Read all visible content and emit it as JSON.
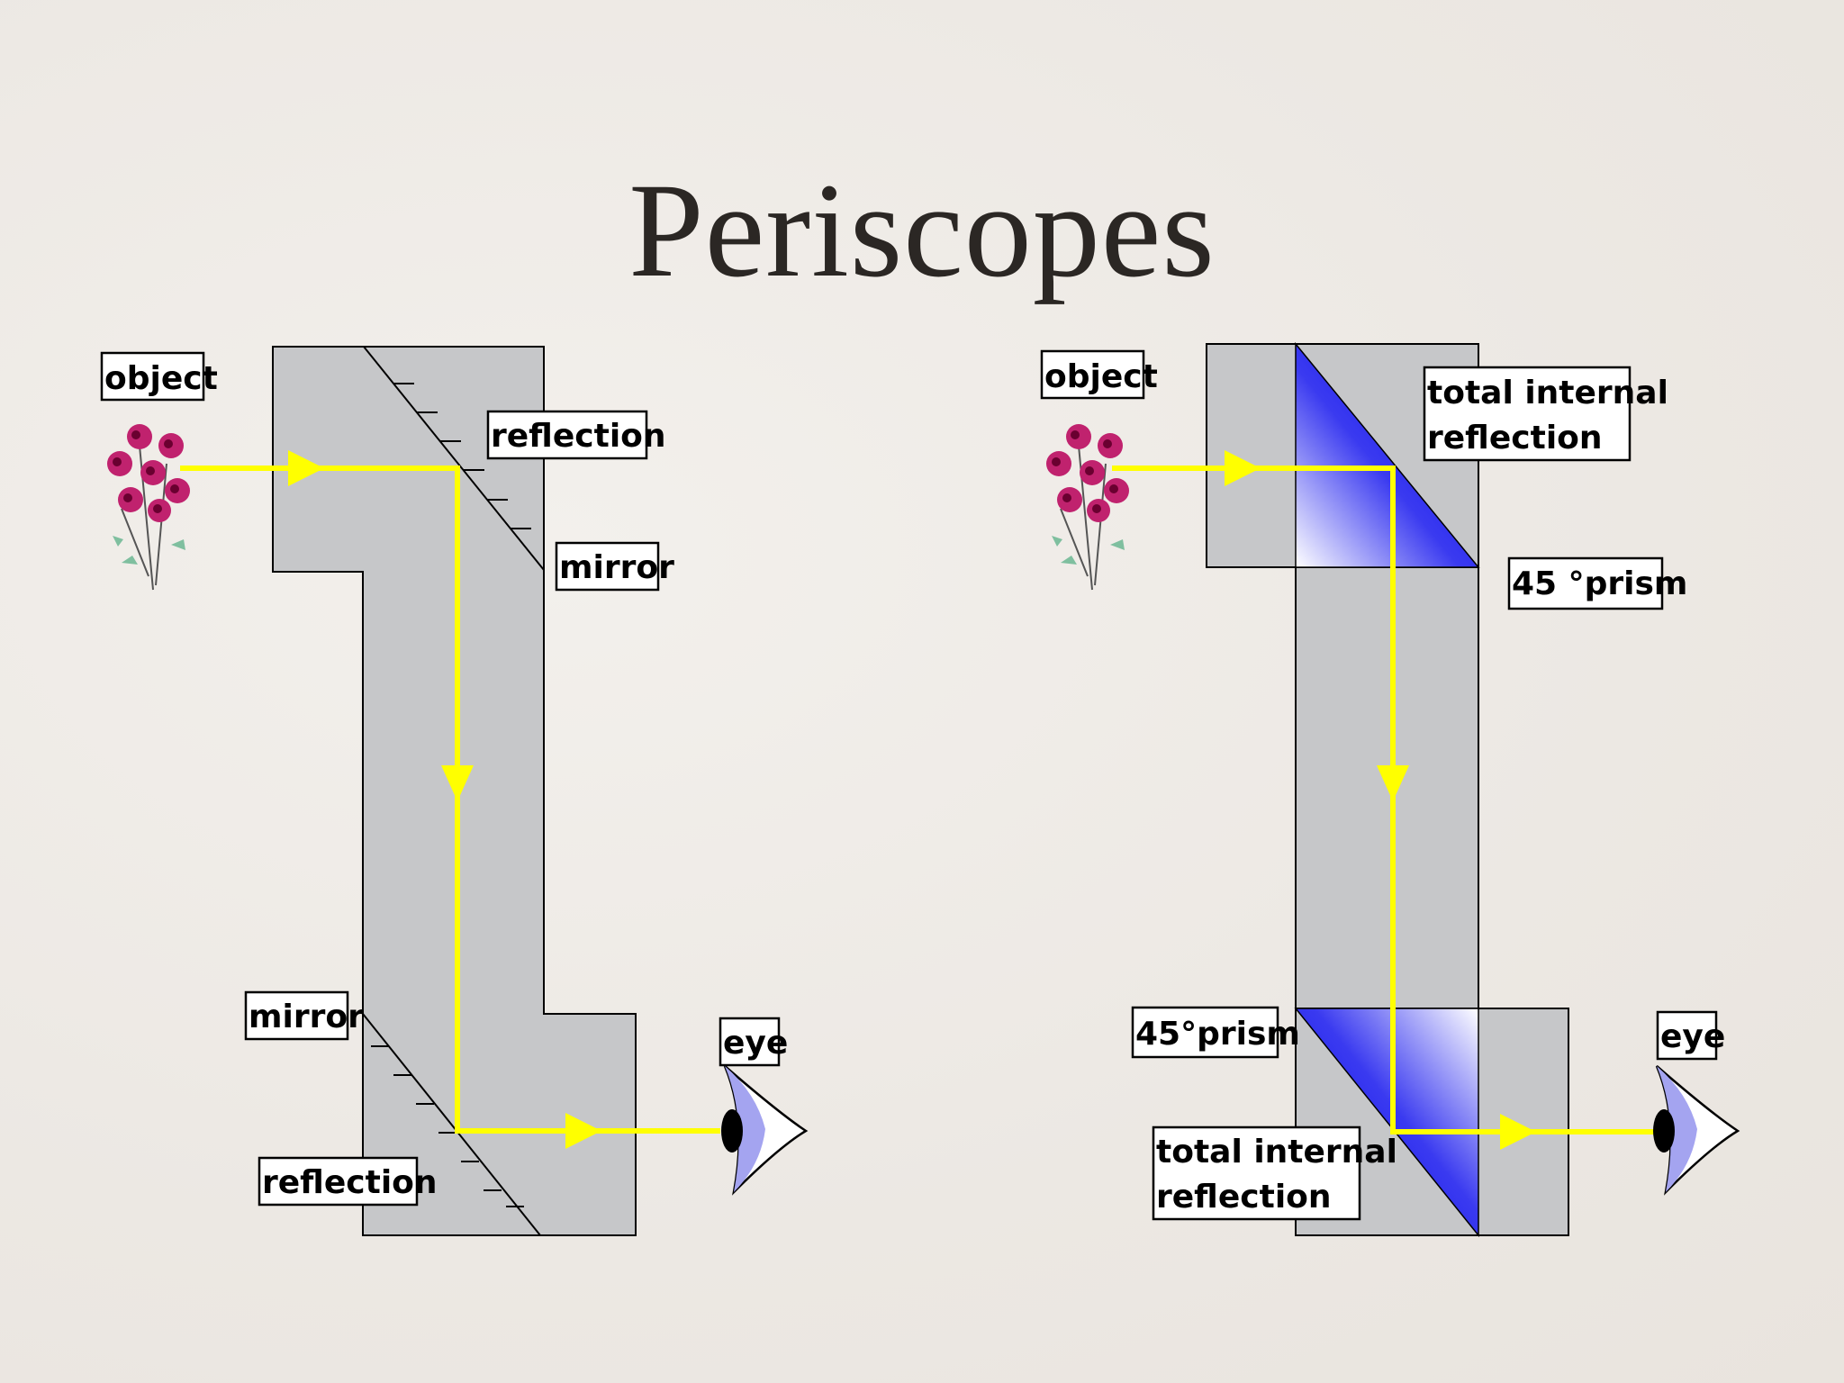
{
  "title": "Periscopes",
  "left_diagram": {
    "object": "object",
    "reflection_top": "reflection",
    "mirror_top": "mirror",
    "mirror_bottom": "mirror",
    "reflection_bottom": "reflection",
    "eye": "eye"
  },
  "right_diagram": {
    "object": "object",
    "tir_top_line1": "total internal",
    "tir_top_line2": "reflection",
    "prism_top": "45 °prism",
    "prism_bottom": "45°prism",
    "tir_bottom_line1": "total internal",
    "tir_bottom_line2": "reflection",
    "eye": "eye"
  },
  "colors": {
    "tube": "#c6c7c9",
    "light_ray": "#ffff00",
    "prism": "#0000ee",
    "eye_iris": "#a4a4f0"
  },
  "icons": [
    "flower-bouquet-icon",
    "eye-icon"
  ]
}
